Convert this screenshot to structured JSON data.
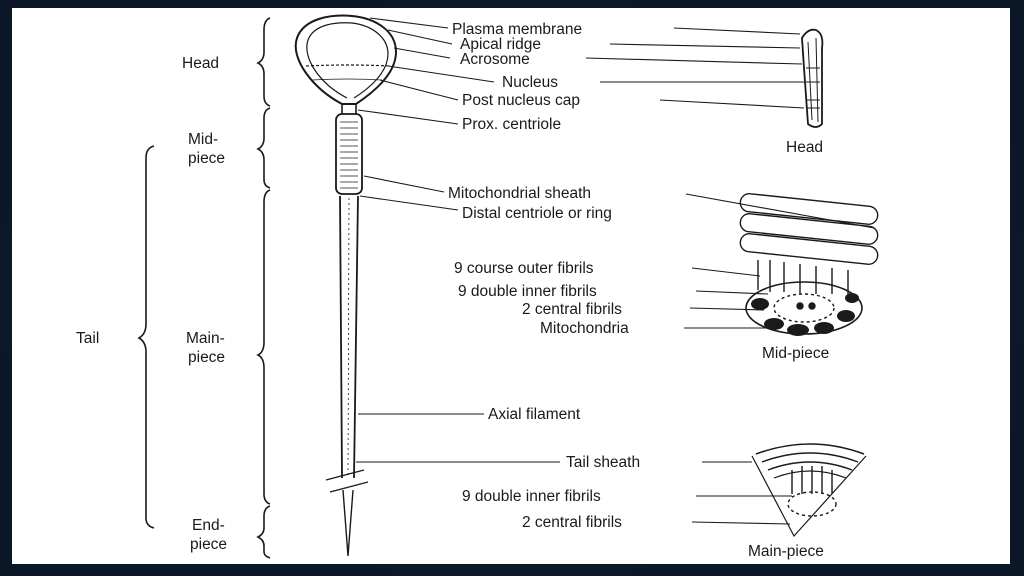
{
  "regions": {
    "head": "Head",
    "mid_piece": [
      "Mid-",
      "piece"
    ],
    "tail": "Tail",
    "main_piece": [
      "Main-",
      "piece"
    ],
    "end_piece": [
      "End-",
      "piece"
    ]
  },
  "labels": {
    "plasma_membrane": "Plasma membrane",
    "apical_ridge": "Apical ridge",
    "acrosome": "Acrosome",
    "nucleus": "Nucleus",
    "post_nucleus_cap": "Post nucleus cap",
    "prox_centriole": "Prox. centriole",
    "mitochondrial_sheath": "Mitochondrial sheath",
    "distal_centriole": "Distal centriole or ring",
    "outer_fibrils": "9 course outer fibrils",
    "double_inner_fibrils": "9 double inner fibrils",
    "central_fibrils": "2 central fibrils",
    "mitochondria": "Mitochondria",
    "axial_filament": "Axial filament",
    "tail_sheath": "Tail sheath",
    "double_inner_fibrils_2": "9 double inner fibrils",
    "central_fibrils_2": "2 central fibrils"
  },
  "insets": {
    "head": "Head",
    "mid_piece": "Mid-piece",
    "main_piece": "Main-piece"
  }
}
